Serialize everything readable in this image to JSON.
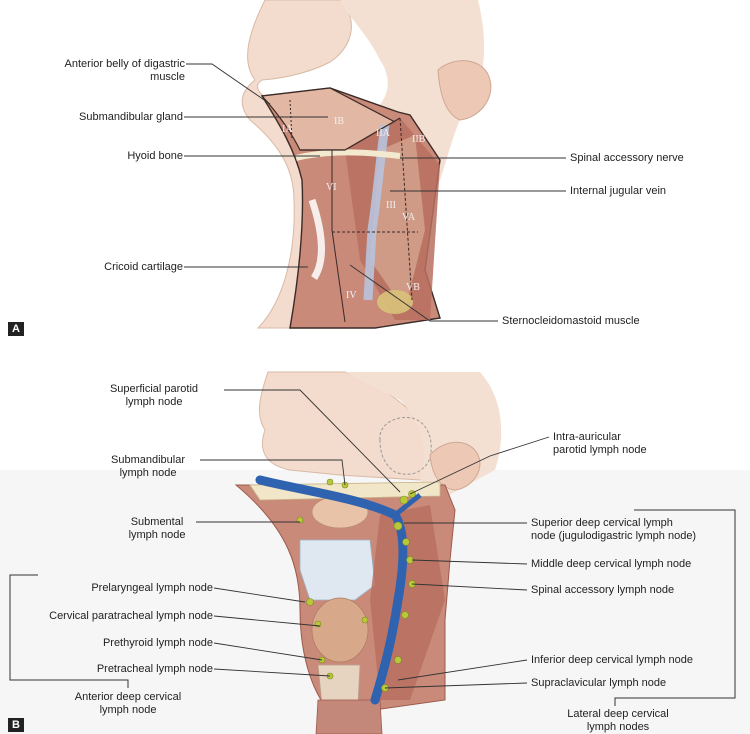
{
  "panel_a": {
    "tag": "A",
    "labels": {
      "anterior_belly_1": "Anterior belly of digastric",
      "anterior_belly_2": "muscle",
      "submandibular_gland": "Submandibular gland",
      "hyoid_bone": "Hyoid bone",
      "cricoid_cartilage": "Cricoid cartilage",
      "spinal_accessory_nerve": "Spinal accessory nerve",
      "internal_jugular_vein": "Internal jugular vein",
      "sternocleidomastoid": "Sternocleidomastoid muscle"
    },
    "regions": {
      "ia": "IA",
      "ib": "IB",
      "iia": "IIA",
      "iib": "IIB",
      "iii": "III",
      "iv": "IV",
      "va": "VA",
      "vb": "VB",
      "vi": "VI"
    }
  },
  "panel_b": {
    "tag": "B",
    "labels": {
      "superficial_parotid_1": "Superficial parotid",
      "superficial_parotid_2": "lymph node",
      "submandibular_1": "Submandibular",
      "submandibular_2": "lymph node",
      "submental_1": "Submental",
      "submental_2": "lymph node",
      "prelaryngeal": "Prelaryngeal lymph node",
      "cervical_paratracheal": "Cervical paratracheal lymph node",
      "prethyroid": "Prethyroid lymph node",
      "pretracheal": "Pretracheal lymph node",
      "anterior_deep_1": "Anterior deep cervical",
      "anterior_deep_2": "lymph node",
      "intra_auricular_1": "Intra-auricular",
      "intra_auricular_2": "parotid lymph node",
      "superior_deep_1": "Superior deep cervical lymph",
      "superior_deep_2": "node (jugulodigastric lymph node)",
      "middle_deep": "Middle deep cervical lymph node",
      "spinal_accessory_node": "Spinal accessory lymph node",
      "inferior_deep": "Inferior deep cervical lymph node",
      "supraclavicular": "Supraclavicular lymph node",
      "lateral_deep_1": "Lateral deep cervical",
      "lateral_deep_2": "lymph nodes"
    }
  },
  "colors": {
    "skin": "#f2d7c8",
    "muscle": "#c98a7a",
    "vein": "#2f63b0",
    "node": "#b9c83a",
    "bone": "#f1e6c8"
  }
}
